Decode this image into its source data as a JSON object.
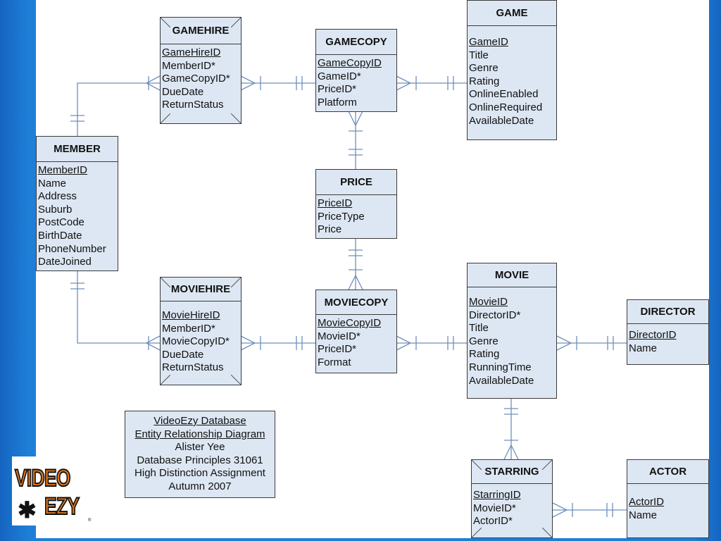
{
  "entities": {
    "gamehire": {
      "title": "GAMEHIRE",
      "fields": [
        "GameHireID",
        "MemberID*",
        "GameCopyID*",
        "DueDate",
        "ReturnStatus"
      ]
    },
    "gamecopy": {
      "title": "GAMECOPY",
      "fields": [
        "GameCopyID",
        "GameID*",
        "PriceID*",
        "Platform"
      ]
    },
    "game": {
      "title": "GAME",
      "fields": [
        "GameID",
        "Title",
        "Genre",
        "Rating",
        "OnlineEnabled",
        "OnlineRequired",
        "AvailableDate"
      ]
    },
    "member": {
      "title": "MEMBER",
      "fields": [
        "MemberID",
        "Name",
        "Address",
        "Suburb",
        "PostCode",
        "BirthDate",
        "PhoneNumber",
        "DateJoined"
      ]
    },
    "price": {
      "title": "PRICE",
      "fields": [
        "PriceID",
        "PriceType",
        "Price"
      ]
    },
    "moviehire": {
      "title": "MOVIEHIRE",
      "fields": [
        "MovieHireID",
        "MemberID*",
        "MovieCopyID*",
        "DueDate",
        "ReturnStatus"
      ]
    },
    "moviecopy": {
      "title": "MOVIECOPY",
      "fields": [
        "MovieCopyID",
        "MovieID*",
        "PriceID*",
        "Format"
      ]
    },
    "movie": {
      "title": "MOVIE",
      "fields": [
        "MovieID",
        "DirectorID*",
        "Title",
        "Genre",
        "Rating",
        "RunningTime",
        "AvailableDate"
      ]
    },
    "director": {
      "title": "DIRECTOR",
      "fields": [
        "DirectorID",
        "Name"
      ]
    },
    "starring": {
      "title": "STARRING",
      "fields": [
        "StarringID",
        "MovieID*",
        "ActorID*"
      ]
    },
    "actor": {
      "title": "ACTOR",
      "fields": [
        "ActorID",
        "Name"
      ]
    }
  },
  "caption": {
    "line1": "VideoEzy Database",
    "line2": "Entity Relationship Diagram",
    "line3": "Alister Yee",
    "line4": "Database Principles 31061",
    "line5": "High Distinction Assignment",
    "line6": "Autumn 2007"
  },
  "logo": {
    "word1": "VIDEO",
    "word2": "EZY",
    "symbol": "✱",
    "reg": "®"
  },
  "colors": {
    "frame": "#1e7fd8",
    "entity_fill": "#dde7f3",
    "connector": "#6e8fbd"
  }
}
